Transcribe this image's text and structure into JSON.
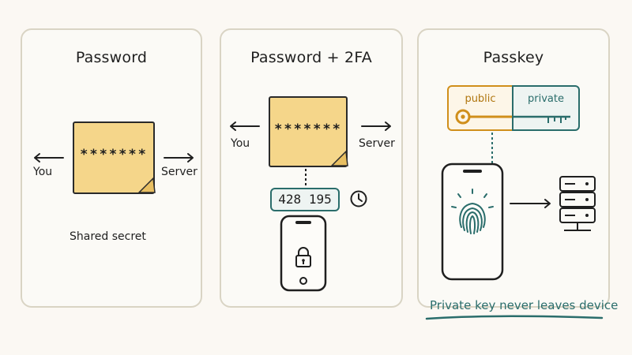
{
  "panels": {
    "password": {
      "title": "Password",
      "secret_mask": "*******",
      "left_label": "You",
      "right_label": "Server",
      "caption": "Shared secret"
    },
    "twofa": {
      "title": "Password + 2FA",
      "secret_mask": "*******",
      "left_label": "You",
      "right_label": "Server",
      "otp_code": "428 195",
      "clock_icon": "clock-icon",
      "phone_icon": "lock-icon"
    },
    "passkey": {
      "title": "Passkey",
      "public_label": "public",
      "private_label": "private",
      "phone_icon": "fingerprint-icon",
      "server_icon": "server-icon",
      "footer": "Private key never leaves device"
    }
  },
  "colors": {
    "note": "#f5d68a",
    "accent_teal": "#2a6d6b",
    "accent_gold": "#d08f1b",
    "panel_border": "#d9d4c4"
  }
}
